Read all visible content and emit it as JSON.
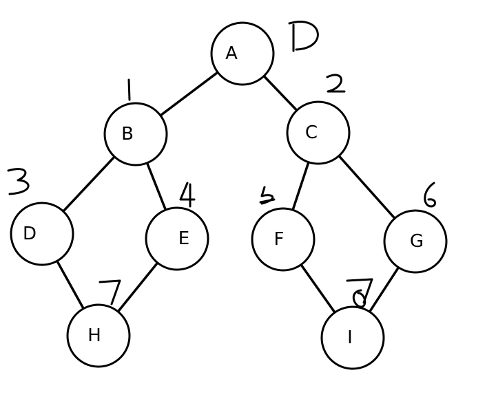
{
  "nodes": [
    {
      "id": "A",
      "label": "A"
    },
    {
      "id": "B",
      "label": "B"
    },
    {
      "id": "C",
      "label": "C"
    },
    {
      "id": "D",
      "label": "D"
    },
    {
      "id": "E",
      "label": "E"
    },
    {
      "id": "F",
      "label": "F"
    },
    {
      "id": "G",
      "label": "G"
    },
    {
      "id": "H",
      "label": "H"
    },
    {
      "id": "I",
      "label": "I"
    }
  ],
  "edges": [
    {
      "from": "A",
      "to": "B"
    },
    {
      "from": "A",
      "to": "C"
    },
    {
      "from": "B",
      "to": "D"
    },
    {
      "from": "B",
      "to": "E"
    },
    {
      "from": "C",
      "to": "F"
    },
    {
      "from": "C",
      "to": "G"
    },
    {
      "from": "D",
      "to": "H"
    },
    {
      "from": "E",
      "to": "H"
    },
    {
      "from": "F",
      "to": "I"
    },
    {
      "from": "G",
      "to": "I"
    }
  ],
  "annotations": [
    {
      "target": "A",
      "text": "D"
    },
    {
      "target": "B",
      "text": "1"
    },
    {
      "target": "C",
      "text": "2"
    },
    {
      "target": "D",
      "text": "3"
    },
    {
      "target": "E",
      "text": "4"
    },
    {
      "target": "F",
      "text": "5"
    },
    {
      "target": "G",
      "text": "6"
    },
    {
      "target": "H",
      "text": "7"
    },
    {
      "target": "I",
      "text": "8"
    }
  ]
}
